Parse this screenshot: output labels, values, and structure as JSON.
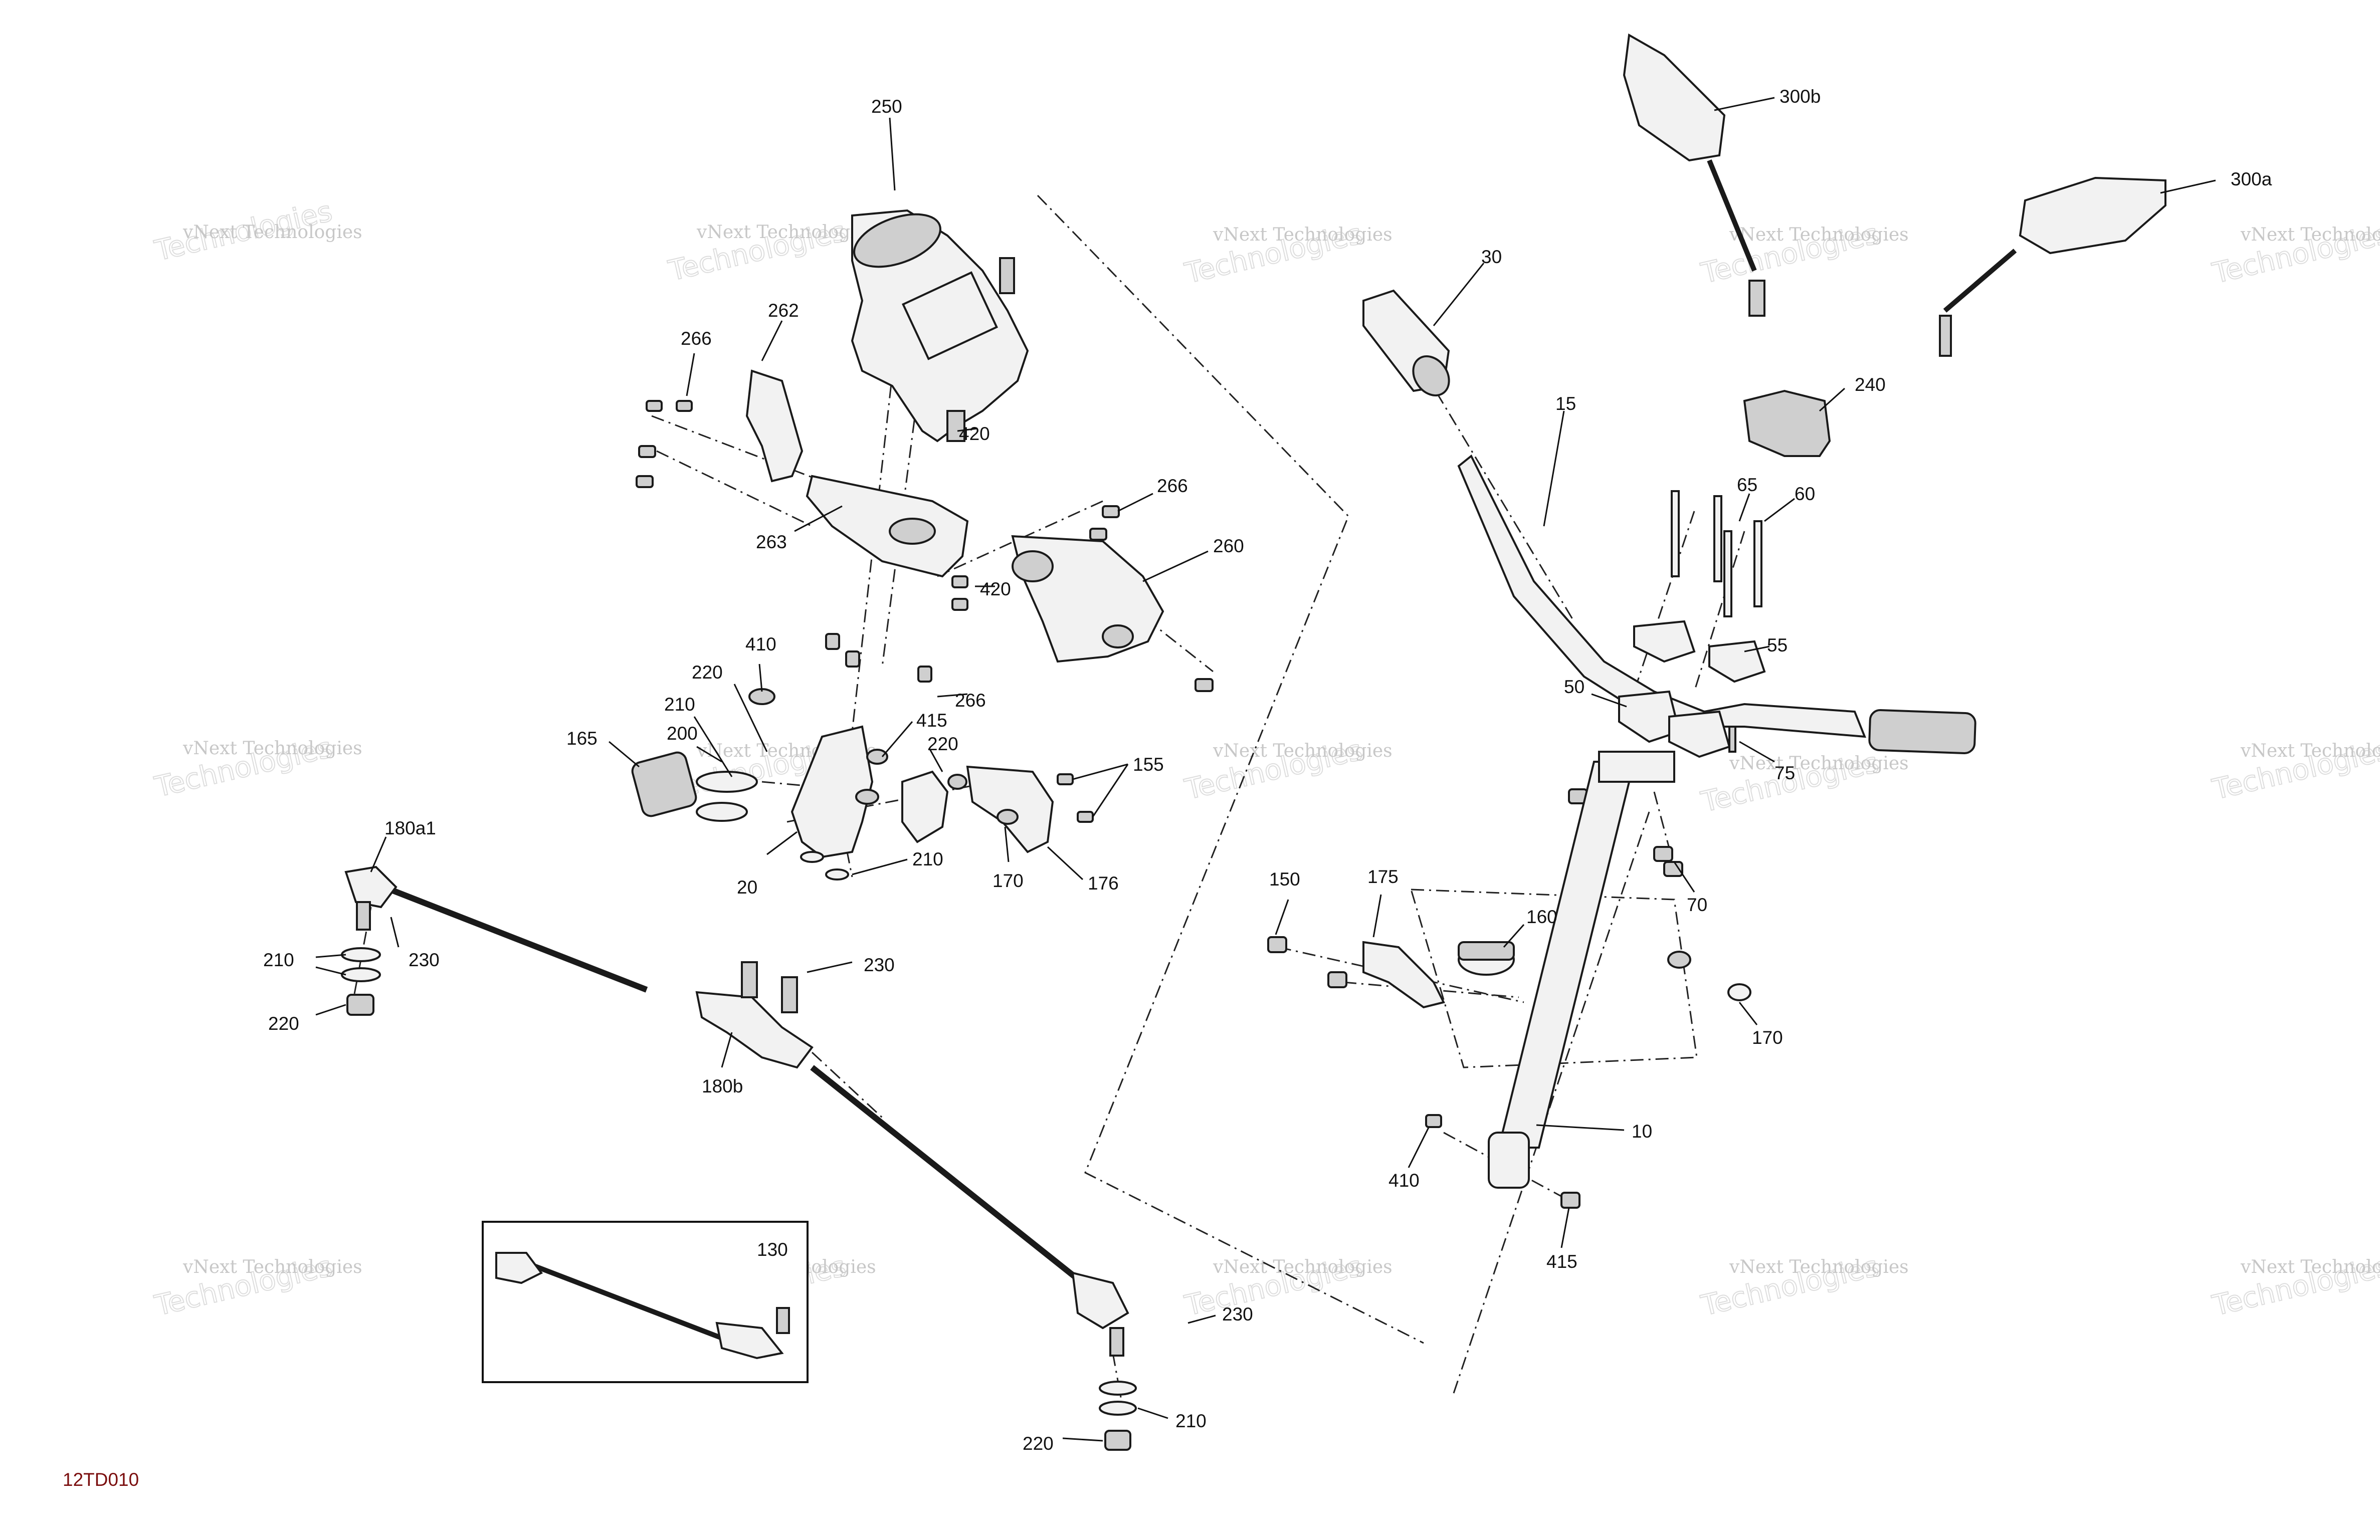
{
  "diagram_code": "12TD010",
  "watermark": {
    "line1": "vNext Technologies",
    "line2": "Technologies",
    "line3": "vNext"
  },
  "callouts": {
    "c250": "250",
    "c262": "262",
    "c266a": "266",
    "c420a": "420",
    "c263": "263",
    "c266b": "266",
    "c260": "260",
    "c420b": "420",
    "c266c": "266",
    "c410a": "410",
    "c220a": "220",
    "c210a": "210",
    "c200": "200",
    "c165": "165",
    "c415a": "415",
    "c220b": "220",
    "c155": "155",
    "c20": "20",
    "c210b": "210",
    "c170a": "170",
    "c176": "176",
    "c180a1": "180a1",
    "c210c": "210",
    "c230a": "230",
    "c220c": "220",
    "c230b": "230",
    "c180b": "180b",
    "c130": "130",
    "c230c": "230",
    "c210d": "210",
    "c220d": "220",
    "c300b": "300b",
    "c300a": "300a",
    "c30": "30",
    "c240": "240",
    "c15": "15",
    "c65": "65",
    "c60": "60",
    "c55": "55",
    "c50": "50",
    "c75": "75",
    "c70": "70",
    "c150": "150",
    "c175": "175",
    "c160": "160",
    "c170b": "170",
    "c10": "10",
    "c410b": "410",
    "c415b": "415"
  }
}
